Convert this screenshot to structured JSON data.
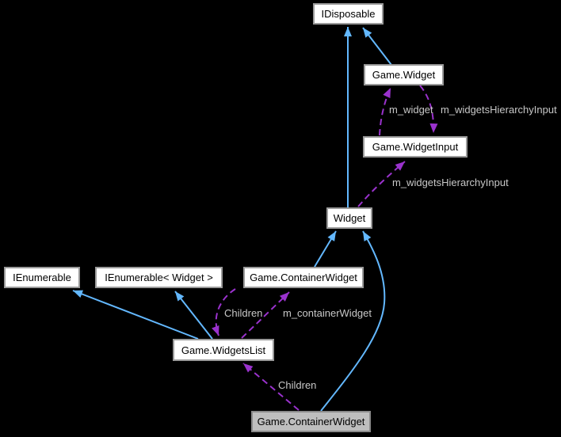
{
  "diagram": {
    "type": "collaboration-graph",
    "nodes": {
      "idisposable": {
        "label": "IDisposable"
      },
      "game_widget": {
        "label": "Game.Widget"
      },
      "game_widget_input": {
        "label": "Game.WidgetInput"
      },
      "widget": {
        "label": "Widget"
      },
      "ienumerable": {
        "label": "IEnumerable"
      },
      "ienumerable_widget": {
        "label": "IEnumerable< Widget >"
      },
      "game_container_widget": {
        "label": "Game.ContainerWidget"
      },
      "game_widgets_list": {
        "label": "Game.WidgetsList"
      },
      "game_container_widget_focus": {
        "label": "Game.ContainerWidget"
      }
    },
    "edges": [
      {
        "from": "Game.Widget",
        "to": "IDisposable",
        "type": "inheritance",
        "label": ""
      },
      {
        "from": "Widget",
        "to": "IDisposable",
        "type": "inheritance",
        "label": ""
      },
      {
        "from": "Game.ContainerWidget",
        "to": "Widget",
        "type": "inheritance",
        "label": ""
      },
      {
        "from": "Game.ContainerWidget (focus)",
        "to": "Widget",
        "type": "inheritance",
        "label": ""
      },
      {
        "from": "Game.WidgetsList",
        "to": "IEnumerable",
        "type": "inheritance",
        "label": ""
      },
      {
        "from": "Game.WidgetsList",
        "to": "IEnumerable< Widget >",
        "type": "inheritance",
        "label": ""
      },
      {
        "from": "Game.WidgetInput",
        "to": "Game.Widget",
        "type": "usage",
        "label": "m_widget"
      },
      {
        "from": "Game.Widget",
        "to": "Game.WidgetInput",
        "type": "usage",
        "label": "m_widgetsHierarchyInput"
      },
      {
        "from": "Widget",
        "to": "Game.WidgetInput",
        "type": "usage",
        "label": "m_widgetsHierarchyInput"
      },
      {
        "from": "Game.ContainerWidget",
        "to": "Game.WidgetsList",
        "type": "usage",
        "label": "Children"
      },
      {
        "from": "Game.WidgetsList",
        "to": "Game.ContainerWidget",
        "type": "usage",
        "label": "m_containerWidget"
      },
      {
        "from": "Game.ContainerWidget (focus)",
        "to": "Game.WidgetsList",
        "type": "usage",
        "label": "Children"
      }
    ],
    "colors": {
      "background": "#000000",
      "node_fill": "#FFFFFF",
      "node_focus_fill": "#BEBEBE",
      "node_border": "#9A9A9A",
      "node_text": "#000000",
      "inheritance_arrow": "#63B8FF",
      "usage_arrow": "#9A32CD",
      "edge_label_text": "#C8C8C8"
    }
  }
}
